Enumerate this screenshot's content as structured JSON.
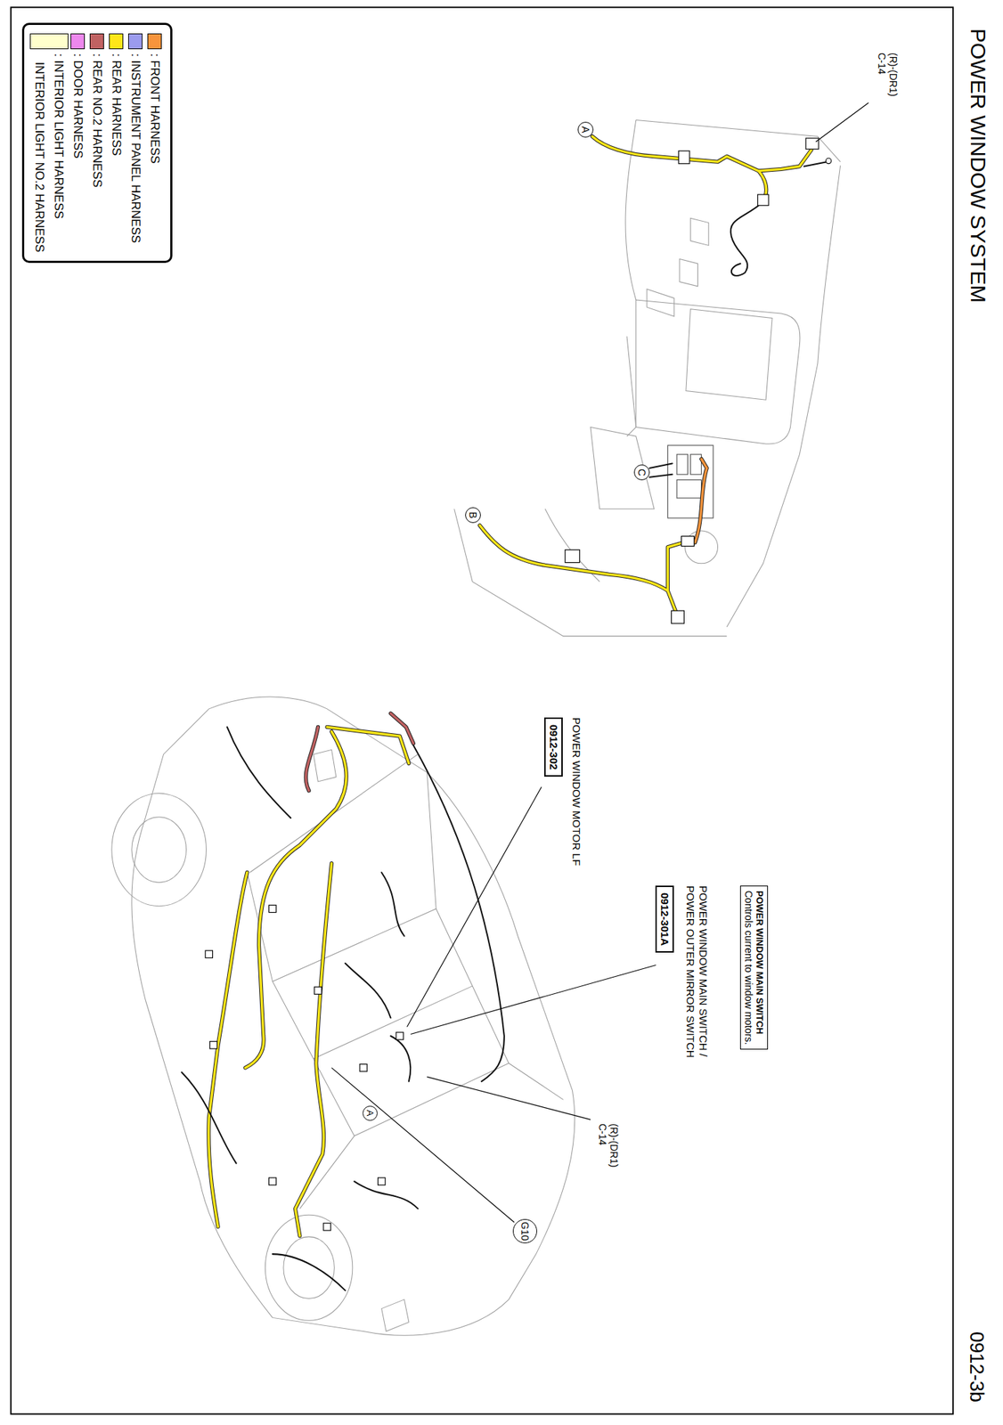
{
  "diagram": {
    "title": "POWER WINDOW SYSTEM",
    "nodes": [
      {
        "text": [
          "POWER WINDOW MAIN SWITCH",
          "Controls current to window motors."
        ]
      },
      {
        "text": [
          "POWER WINDOW MAIN SWITCH / POWER OUTER MIRROR SWITCH",
          "0912-301A"
        ]
      },
      {
        "text": [
          "POWER WINDOW MOTOR LF",
          "0912-302"
        ]
      },
      {
        "text": [
          "G10"
        ]
      },
      {
        "text": [
          "A"
        ]
      },
      {
        "text": [
          "B"
        ]
      },
      {
        "text": [
          "C"
        ]
      },
      {
        "text": [
          "A"
        ]
      }
    ],
    "labels": [
      "0912-3b",
      "(R)-(DR1) C-14",
      "(R)-(DR1) C-14"
    ],
    "legend": [
      {
        "text": ": FRONT HARNESS",
        "color": "#f7943c"
      },
      {
        "text": ": INSTRUMENT PANEL HARNESS",
        "color": "#9b9bee"
      },
      {
        "text": ": REAR HARNESS",
        "color": "#ffe619"
      },
      {
        "text": ": REAR NO.2 HARNESS",
        "color": "#c06262"
      },
      {
        "text": ": DOOR HARNESS",
        "color": "#ee88ee"
      },
      {
        "text": ": INTERIOR LIGHT HARNESS",
        "color": "#ffffcc"
      },
      {
        "text": "INTERIOR LIGHT NO.2 HARNESS",
        "color": "#ffffcc"
      }
    ]
  }
}
